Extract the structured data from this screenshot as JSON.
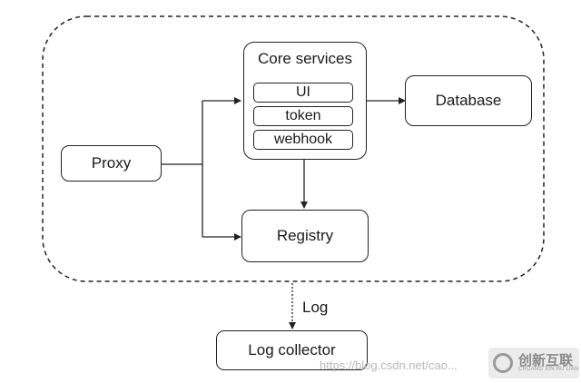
{
  "diagram": {
    "nodes": {
      "proxy": "Proxy",
      "core_services": "Core services",
      "ui": "UI",
      "token": "token",
      "webhook": "webhook",
      "database": "Database",
      "registry": "Registry",
      "log_collector": "Log collector"
    },
    "edge_labels": {
      "log": "Log"
    }
  },
  "watermark": {
    "url": "https://blog.csdn.net/cao...",
    "logo_text": "创新互联",
    "logo_subtext": "CHUANG XIN HU LIAN"
  }
}
